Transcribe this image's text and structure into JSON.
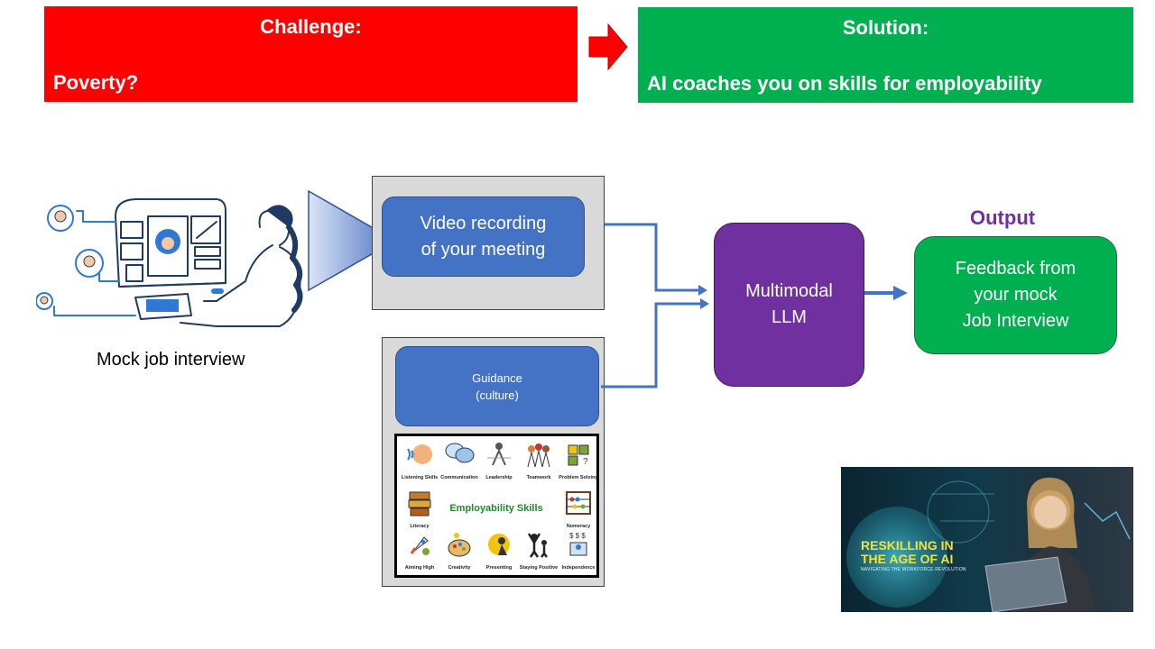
{
  "challenge": {
    "heading": "Challenge:",
    "text": "Poverty?",
    "color": "#ff0000"
  },
  "solution": {
    "heading": "Solution:",
    "text": "AI coaches you on skills for employability",
    "color": "#00b050"
  },
  "input_label": "Mock job interview",
  "video_box": "Video recording\nof your meeting",
  "guidance_box": "Guidance\n(culture)",
  "skills_card": {
    "title": "Employability Skills",
    "top_row": [
      "Listening Skills",
      "Communication",
      "Leadership",
      "Teamwork",
      "Problem Solving"
    ],
    "middle": [
      "Literacy",
      "Numeracy"
    ],
    "bottom_row": [
      "Aiming High",
      "Creativity",
      "Presenting",
      "Staying Positive",
      "Independence"
    ]
  },
  "llm_box": "Multimodal\nLLM",
  "output_title": "Output",
  "output_box": "Feedback from\nyour mock\nJob Interview",
  "promo": {
    "headline_1": "RESKILLING IN",
    "headline_2": "THE AGE OF AI",
    "tagline": "NAVIGATING THE WORKFORCE REVOLUTION"
  },
  "colors": {
    "blue_box": "#4472c4",
    "llm": "#7030a0",
    "output": "#00b050",
    "output_title": "#7030a0",
    "arrow": "#4472c4"
  }
}
